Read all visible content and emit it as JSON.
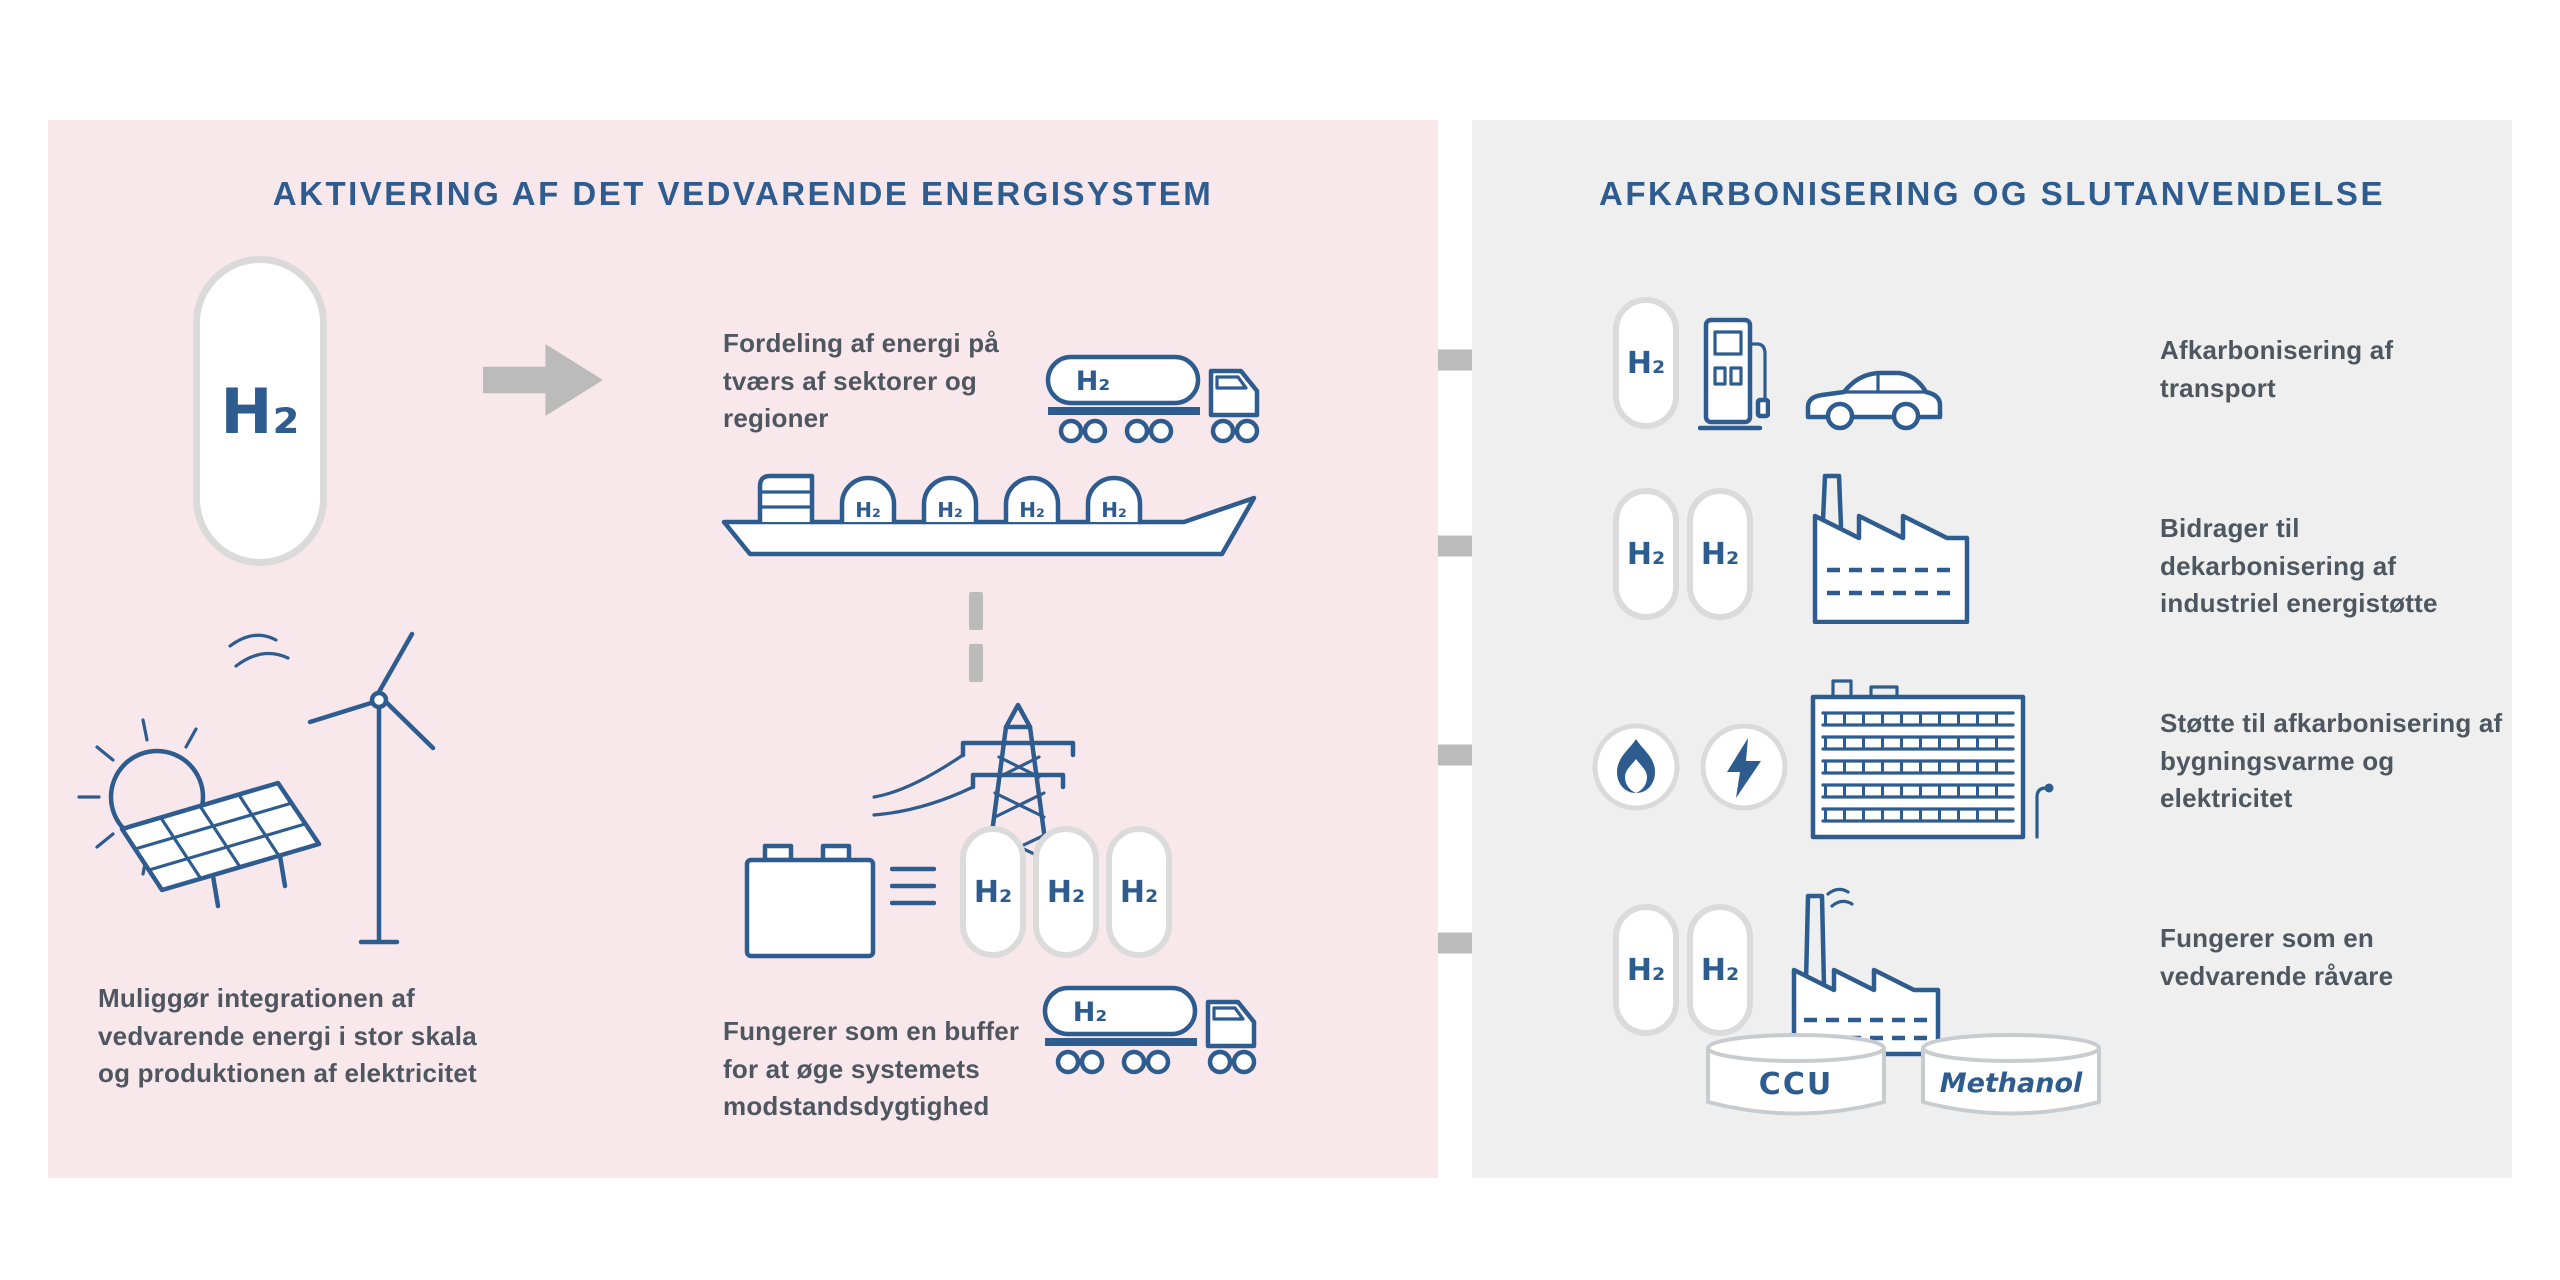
{
  "labels": {
    "h2": "H₂",
    "ccu": "CCU",
    "methanol": "Methanol"
  },
  "left_panel": {
    "title": "AKTIVERING AF DET VEDVARENDE ENERGISYSTEM",
    "caption_distribution": "Fordeling af energi på tværs af sektorer og regioner",
    "caption_renewables": "Muliggør integrationen af vedvarende energi i stor skala og produktionen af elektricitet",
    "caption_buffer": "Fungerer som en buffer for at øge systemets modstandsdygtighed"
  },
  "right_panel": {
    "title": "AFKARBONISERING OG SLUTANVENDELSE",
    "rows": [
      {
        "label": "Afkarbonisering af transport"
      },
      {
        "label": "Bidrager til dekarbonisering af industriel energistøtte"
      },
      {
        "label": "Støtte til afkarbonisering af bygningsvarme og elektricitet"
      },
      {
        "label": "Fungerer som en vedvarende råvare"
      }
    ]
  },
  "colors": {
    "ink": "#2E5C8F",
    "caption": "#4E5760",
    "pink": "#F8E8EC",
    "gray": "#EFEFEF",
    "arrow": "#BBBBBB",
    "cylinder_border": "#DBDBDB",
    "circle_border": "#DADADA",
    "tank_border": "#C9CCCE"
  }
}
